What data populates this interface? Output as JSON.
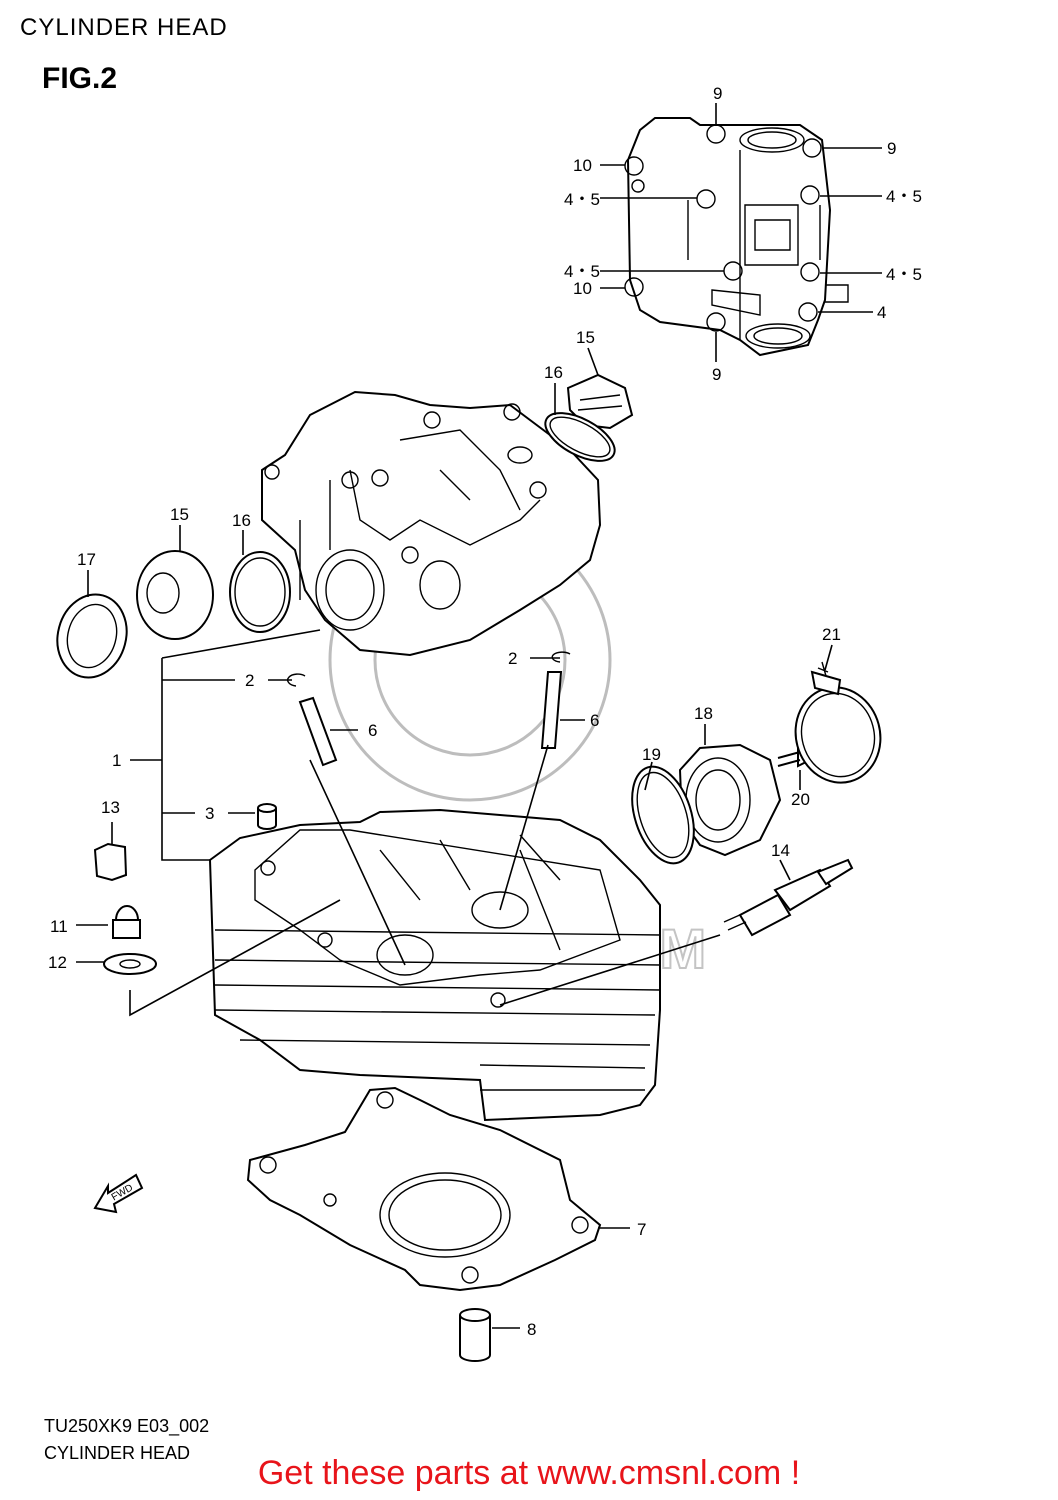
{
  "header": {
    "title": "CYLINDER HEAD",
    "figure": "FIG.2"
  },
  "callouts": {
    "c1": "1",
    "c2a": "2",
    "c2b": "2",
    "c3": "3",
    "c4": "4",
    "c45a": "4・5",
    "c45b": "4・5",
    "c45c": "4・5",
    "c45d": "4・5",
    "c6a": "6",
    "c6b": "6",
    "c7": "7",
    "c8": "8",
    "c9a": "9",
    "c9b": "9",
    "c9c": "9",
    "c10a": "10",
    "c10b": "10",
    "c11": "11",
    "c12": "12",
    "c13": "13",
    "c14": "14",
    "c15a": "15",
    "c15b": "15",
    "c16a": "16",
    "c16b": "16",
    "c17": "17",
    "c18": "18",
    "c19": "19",
    "c20": "20",
    "c21": "21"
  },
  "fwd_marker": "FWD",
  "watermark": ".COM",
  "footer": {
    "code": "TU250XK9 E03_002",
    "title": "CYLINDER HEAD",
    "cta": "Get these parts at www.cmsnl.com !"
  },
  "colors": {
    "cta": "#e8141a",
    "line": "#000000",
    "watermark": "#c4c4c4"
  }
}
